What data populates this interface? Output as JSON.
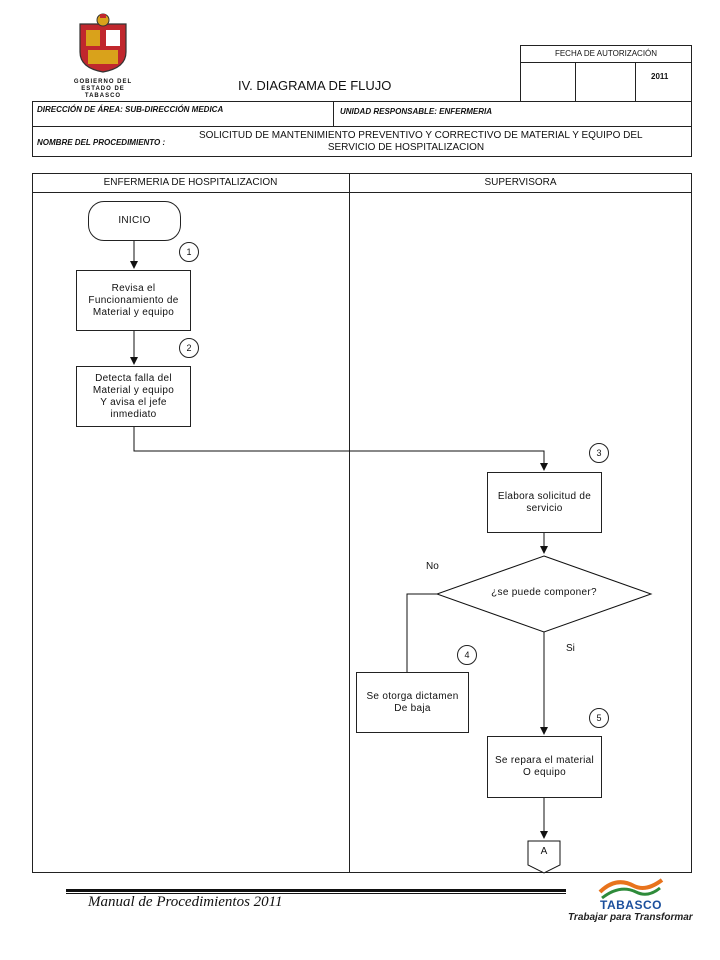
{
  "header": {
    "title": "IV. DIAGRAMA  DE FLUJO",
    "auth_label": "FECHA DE AUTORIZACIÓN",
    "auth_year": "2011",
    "direccion": "DIRECCIÓN DE ÁREA: SUB-DIRECCIÓN MEDICA",
    "unidad": "UNIDAD RESPONSABLE: ENFERMERIA",
    "nombre_label": "NOMBRE DEL PROCEDIMIENTO :",
    "nombre_line1": "SOLICITUD DE MANTENIMIENTO PREVENTIVO Y CORRECTIVO  DE MATERIAL Y EQUIPO DEL",
    "nombre_line2": "SERVICIO DE HOSPITALIZACION"
  },
  "logo": {
    "text": "GOBIERNO DEL ESTADO DE TABASCO",
    "colors": {
      "red": "#c0272d",
      "gold": "#d9a21b",
      "dark": "#333333"
    }
  },
  "lanes": [
    {
      "label": "ENFERMERIA DE HOSPITALIZACION"
    },
    {
      "label": "SUPERVISORA"
    }
  ],
  "flow": {
    "start": "INICIO",
    "steps": [
      {
        "num": "1",
        "text_lines": [
          "Revisa el",
          "Funcionamiento de",
          "Material y equipo"
        ]
      },
      {
        "num": "2",
        "text_lines": [
          "Detecta falla del",
          "Material y equipo",
          "Y avisa el jefe",
          "inmediato"
        ]
      },
      {
        "num": "3",
        "text_lines": [
          "Elabora solicitud de",
          "servicio"
        ]
      },
      {
        "num": "4",
        "text_lines": [
          "Se otorga dictamen",
          "De baja"
        ]
      },
      {
        "num": "5",
        "text_lines": [
          "Se repara el material",
          "O equipo"
        ]
      }
    ],
    "decision": "¿se puede componer?",
    "no_label": "No",
    "si_label": "Si",
    "connector": "A"
  },
  "footer": {
    "manual": "Manual de Procedimientos 2011",
    "brand": "TABASCO",
    "slogan": "Trabajar para Transformar",
    "colors": {
      "orange": "#e8731c",
      "green": "#2e8b3a",
      "blue": "#1b4f9c",
      "slogan": "#222222"
    }
  }
}
